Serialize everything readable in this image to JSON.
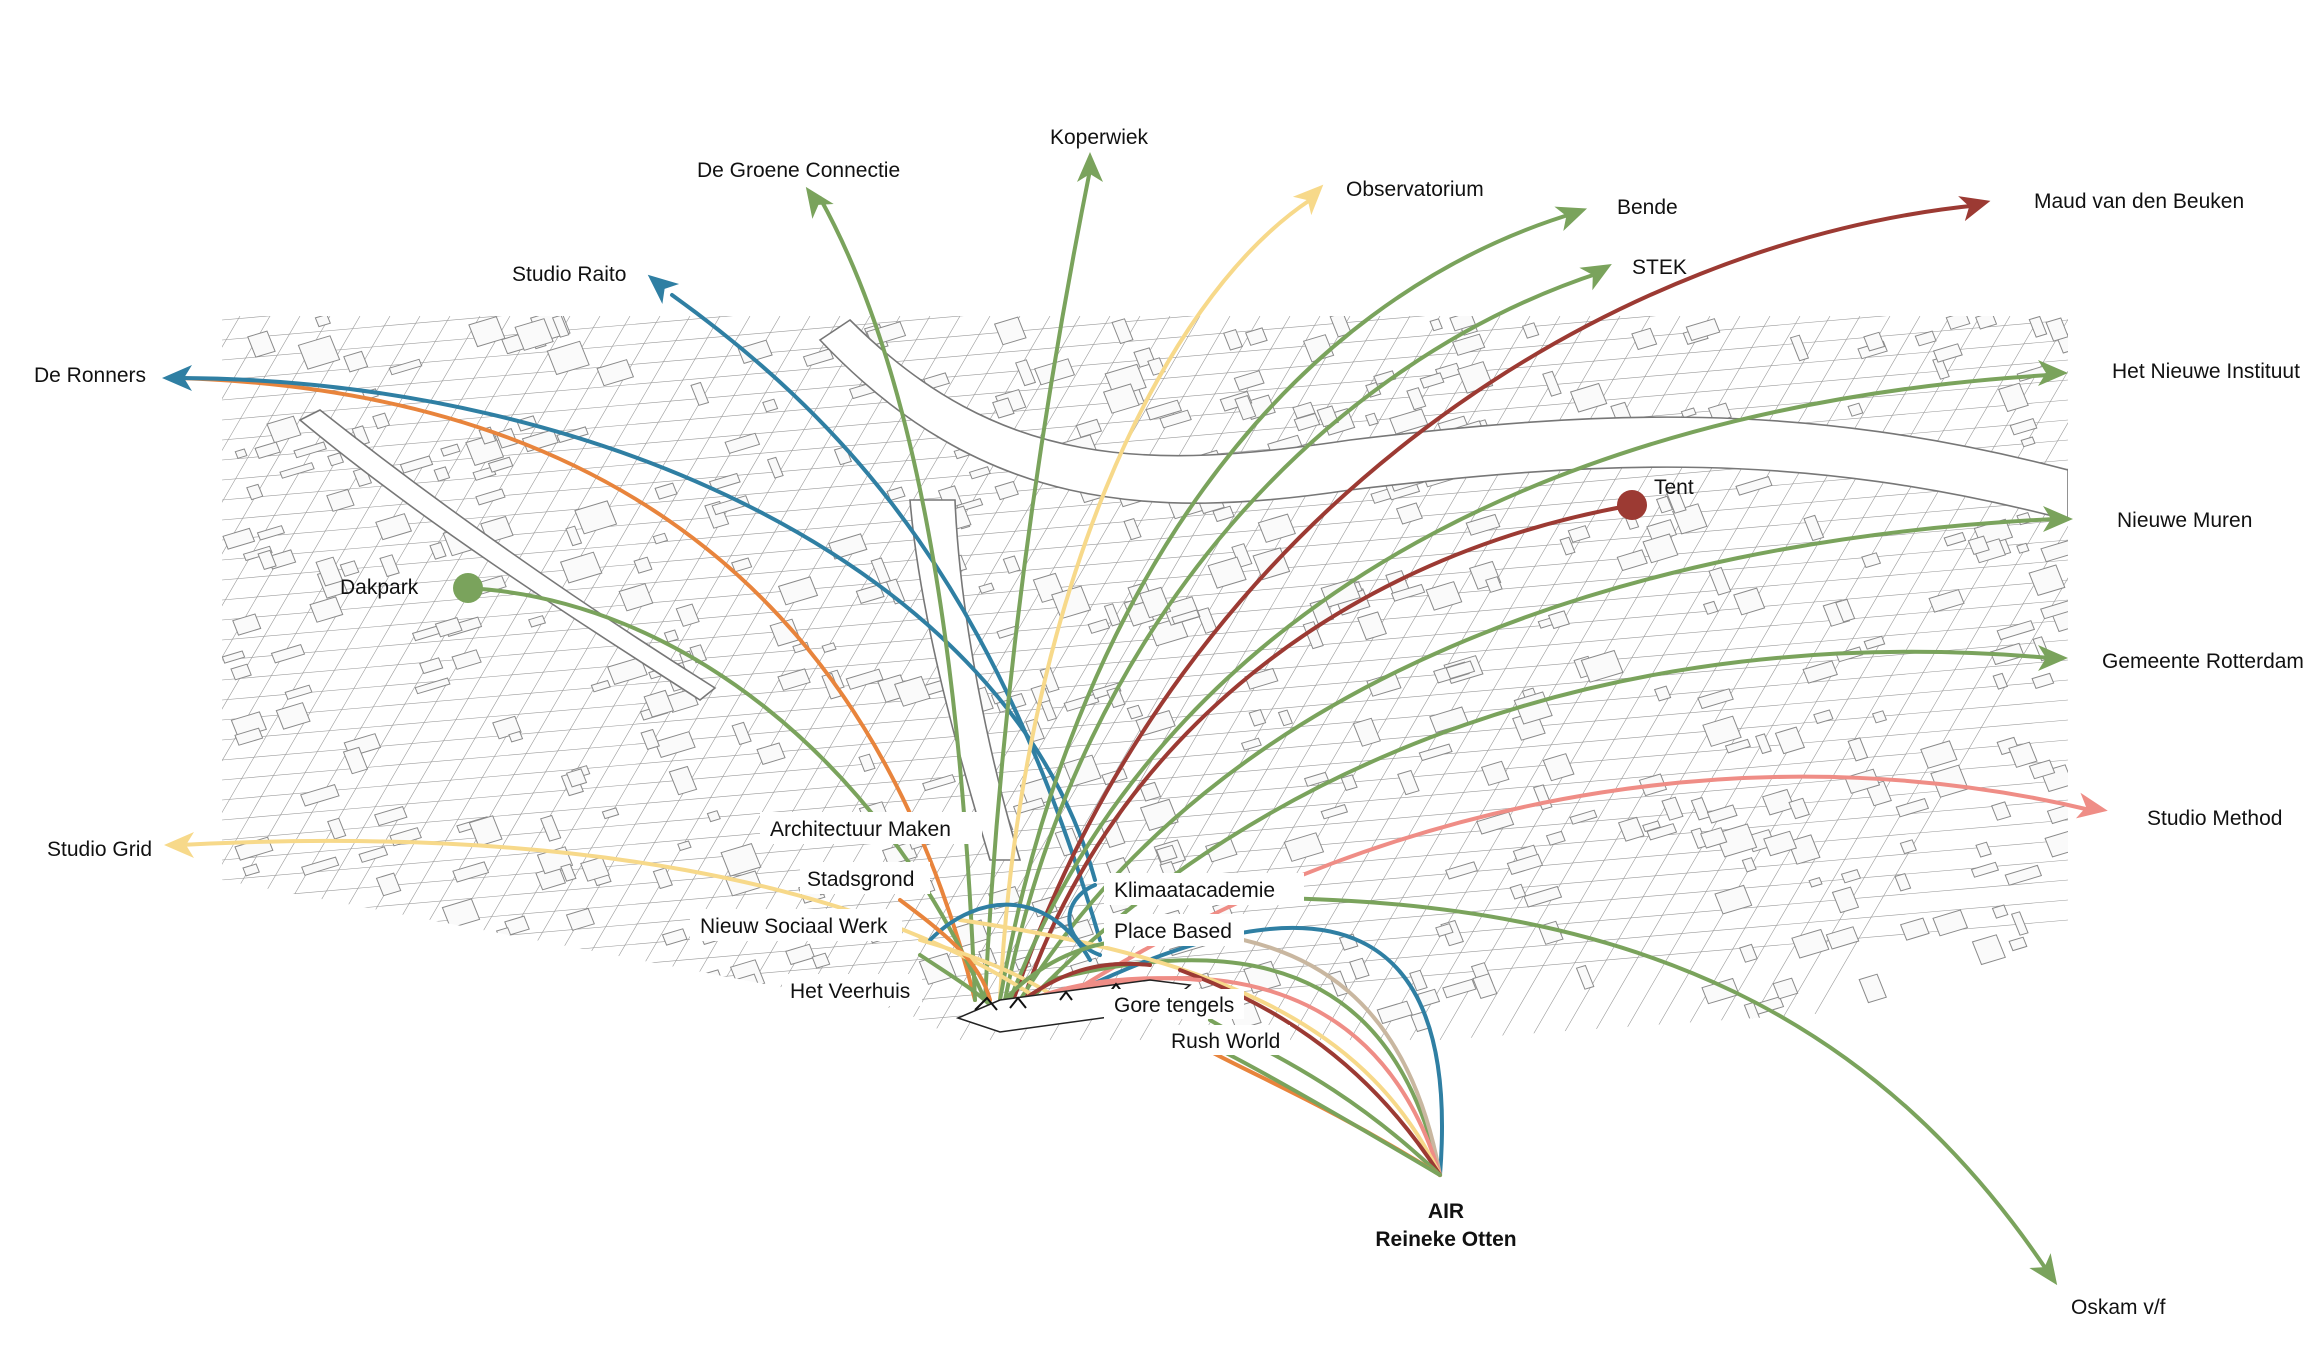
{
  "hub": {
    "label": "AIR\nReineke Otten",
    "line1": "AIR",
    "line2": "Reineke Otten"
  },
  "colors": {
    "green": "#7aa35c",
    "blue": "#2f7fa3",
    "orange": "#e8843c",
    "yellow": "#f7d98a",
    "darkred": "#9c3a33",
    "pink": "#ef8d86",
    "tan": "#c9b7a0"
  },
  "partners": [
    {
      "name": "De Ronners",
      "color": "blue",
      "marker": "arrow"
    },
    {
      "name": "Studio Raito",
      "color": "blue",
      "marker": "arrow"
    },
    {
      "name": "De Groene Connectie",
      "color": "green",
      "marker": "arrow"
    },
    {
      "name": "Koperwiek",
      "color": "green",
      "marker": "arrow"
    },
    {
      "name": "Observatorium",
      "color": "yellow",
      "marker": "arrow"
    },
    {
      "name": "Bende",
      "color": "green",
      "marker": "arrow"
    },
    {
      "name": "STEK",
      "color": "green",
      "marker": "arrow"
    },
    {
      "name": "Maud van den Beuken",
      "color": "darkred",
      "marker": "arrow"
    },
    {
      "name": "Het Nieuwe Instituut",
      "color": "green",
      "marker": "arrow"
    },
    {
      "name": "Tent",
      "color": "darkred",
      "marker": "dot"
    },
    {
      "name": "Nieuwe Muren",
      "color": "green",
      "marker": "arrow"
    },
    {
      "name": "Dakpark",
      "color": "green",
      "marker": "dot"
    },
    {
      "name": "Gemeente Rotterdam",
      "color": "green",
      "marker": "arrow"
    },
    {
      "name": "Studio Method",
      "color": "pink",
      "marker": "arrow"
    },
    {
      "name": "Studio Grid",
      "color": "yellow",
      "marker": "arrow"
    },
    {
      "name": "Oskam v/f",
      "color": "green",
      "marker": "arrow"
    }
  ],
  "projects": [
    {
      "name": "Architectuur Maken"
    },
    {
      "name": "Stadsgrond"
    },
    {
      "name": "Nieuw Sociaal Werk"
    },
    {
      "name": "Het Veerhuis"
    },
    {
      "name": "Klimaatacademie"
    },
    {
      "name": "Place Based"
    },
    {
      "name": "Gore tengels"
    },
    {
      "name": "Rush World"
    }
  ]
}
